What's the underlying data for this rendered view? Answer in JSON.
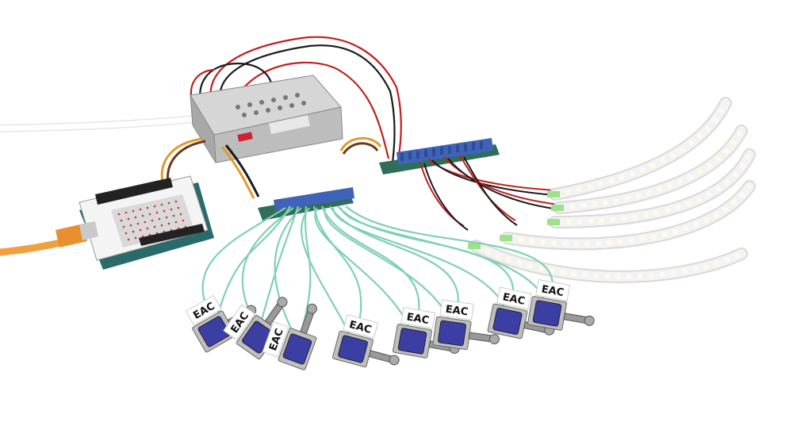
{
  "scene": {
    "background": "#ffffff",
    "wire_colors": {
      "red": "#c0201c",
      "black": "#1a1a1a",
      "orange": "#e29a2a",
      "brown": "#6b3a1c",
      "teal": "#7fd0b4",
      "usb_cable": "#f0a040",
      "power_cable": "#ffffff"
    },
    "board_colors": {
      "pcb": "#2a6a6a",
      "header": "#222222",
      "connector_blue": "#3f63b8",
      "psu": "#c8c8c8"
    },
    "solenoid_label": "EAC",
    "solenoid_count": 8,
    "led_strip_count": 5,
    "components": [
      "power-supply",
      "microcontroller-board",
      "connector-board-left",
      "connector-board-right",
      "led-strip",
      "solenoid"
    ]
  }
}
